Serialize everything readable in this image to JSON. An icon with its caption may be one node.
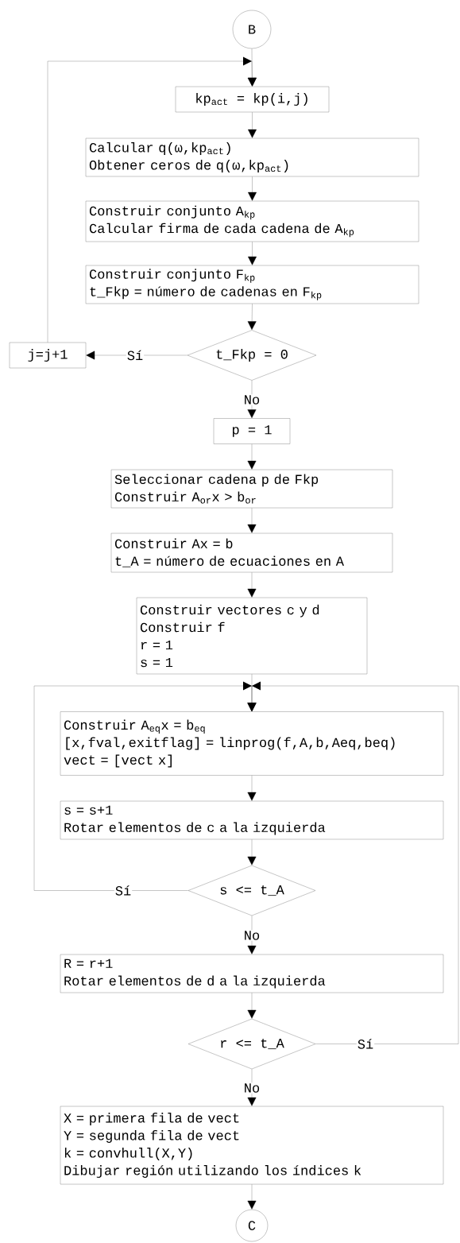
{
  "diagram": {
    "nodes": [
      {
        "text": [
          "B"
        ]
      },
      {
        "text": [
          "kp$_{act}$ = kp(i,j)"
        ]
      },
      {
        "text": [
          "Calcular q(ω,kp$_{act}$)",
          "Obtener ceros de q(ω,kp$_{act}$)"
        ]
      },
      {
        "text": [
          "Construir conjunto A$_{kp}$",
          "Calcular firma de cada cadena de A$_{kp}$"
        ]
      },
      {
        "text": [
          "Construir conjunto F$_{kp}$",
          "t_Fkp = número de cadenas en F$_{kp}$"
        ]
      },
      {
        "text": [
          "t_Fkp = 0"
        ]
      },
      {
        "text": [
          "j=j+1"
        ]
      },
      {
        "text": [
          "p = 1"
        ]
      },
      {
        "text": [
          "Seleccionar cadena p de Fkp",
          "Construir A$_{or}$x > b$_{or}$"
        ]
      },
      {
        "text": [
          "Construir Ax = b",
          "t_A = número de ecuaciones en A"
        ]
      },
      {
        "text": [
          "Construir vectores c y d",
          "Construir f",
          "r = 1",
          "s = 1"
        ]
      },
      {
        "text": [
          "Construir A$_{eq}$x = b$_{eq}$",
          "[x,fval,exitflag] = linprog(f,A,b,Aeq,beq)",
          "vect = [vect x]"
        ]
      },
      {
        "text": [
          "s = s+1",
          "Rotar elementos de c a la izquierda"
        ]
      },
      {
        "text": [
          "s <= t_A"
        ]
      },
      {
        "text": [
          "R = r+1",
          "Rotar elementos de d a la izquierda"
        ]
      },
      {
        "text": [
          "r <= t_A"
        ]
      },
      {
        "text": [
          "X = primera fila de vect",
          "Y = segunda fila de vect",
          "k = convhull(X,Y)",
          "Dibujar región utilizando los índices k"
        ]
      },
      {
        "text": [
          "C"
        ]
      }
    ],
    "edges": [
      {
        "from": 0,
        "to": 1,
        "arrow": "to"
      },
      {
        "from": 1,
        "to": 2,
        "arrow": "to"
      },
      {
        "from": 2,
        "to": 3,
        "arrow": "to"
      },
      {
        "from": 3,
        "to": 4,
        "arrow": "to"
      },
      {
        "from": 4,
        "to": 5,
        "arrow": "to"
      },
      {
        "from": 5,
        "to": 6,
        "arrow": "to",
        "label": "Sí"
      },
      {
        "from": 6,
        "to": 1,
        "arrow": "to"
      },
      {
        "from": 5,
        "to": 7,
        "arrow": "to",
        "label": "No"
      },
      {
        "from": 7,
        "to": 8,
        "arrow": "to"
      },
      {
        "from": 8,
        "to": 9,
        "arrow": "to"
      },
      {
        "from": 9,
        "to": 10,
        "arrow": "to"
      },
      {
        "from": 10,
        "to": 11,
        "arrow": "to"
      },
      {
        "from": 11,
        "to": 12,
        "arrow": "to"
      },
      {
        "from": 12,
        "to": 13,
        "arrow": "to"
      },
      {
        "from": 13,
        "to": 11,
        "arrow": "to",
        "label": "Sí"
      },
      {
        "from": 13,
        "to": 14,
        "arrow": "to",
        "label": "No"
      },
      {
        "from": 14,
        "to": 15,
        "arrow": "to"
      },
      {
        "from": 15,
        "to": 11,
        "arrow": "to",
        "label": "Sí"
      },
      {
        "from": 15,
        "to": 16,
        "arrow": "to",
        "label": "No"
      },
      {
        "from": 16,
        "to": 17,
        "arrow": "to"
      }
    ]
  }
}
